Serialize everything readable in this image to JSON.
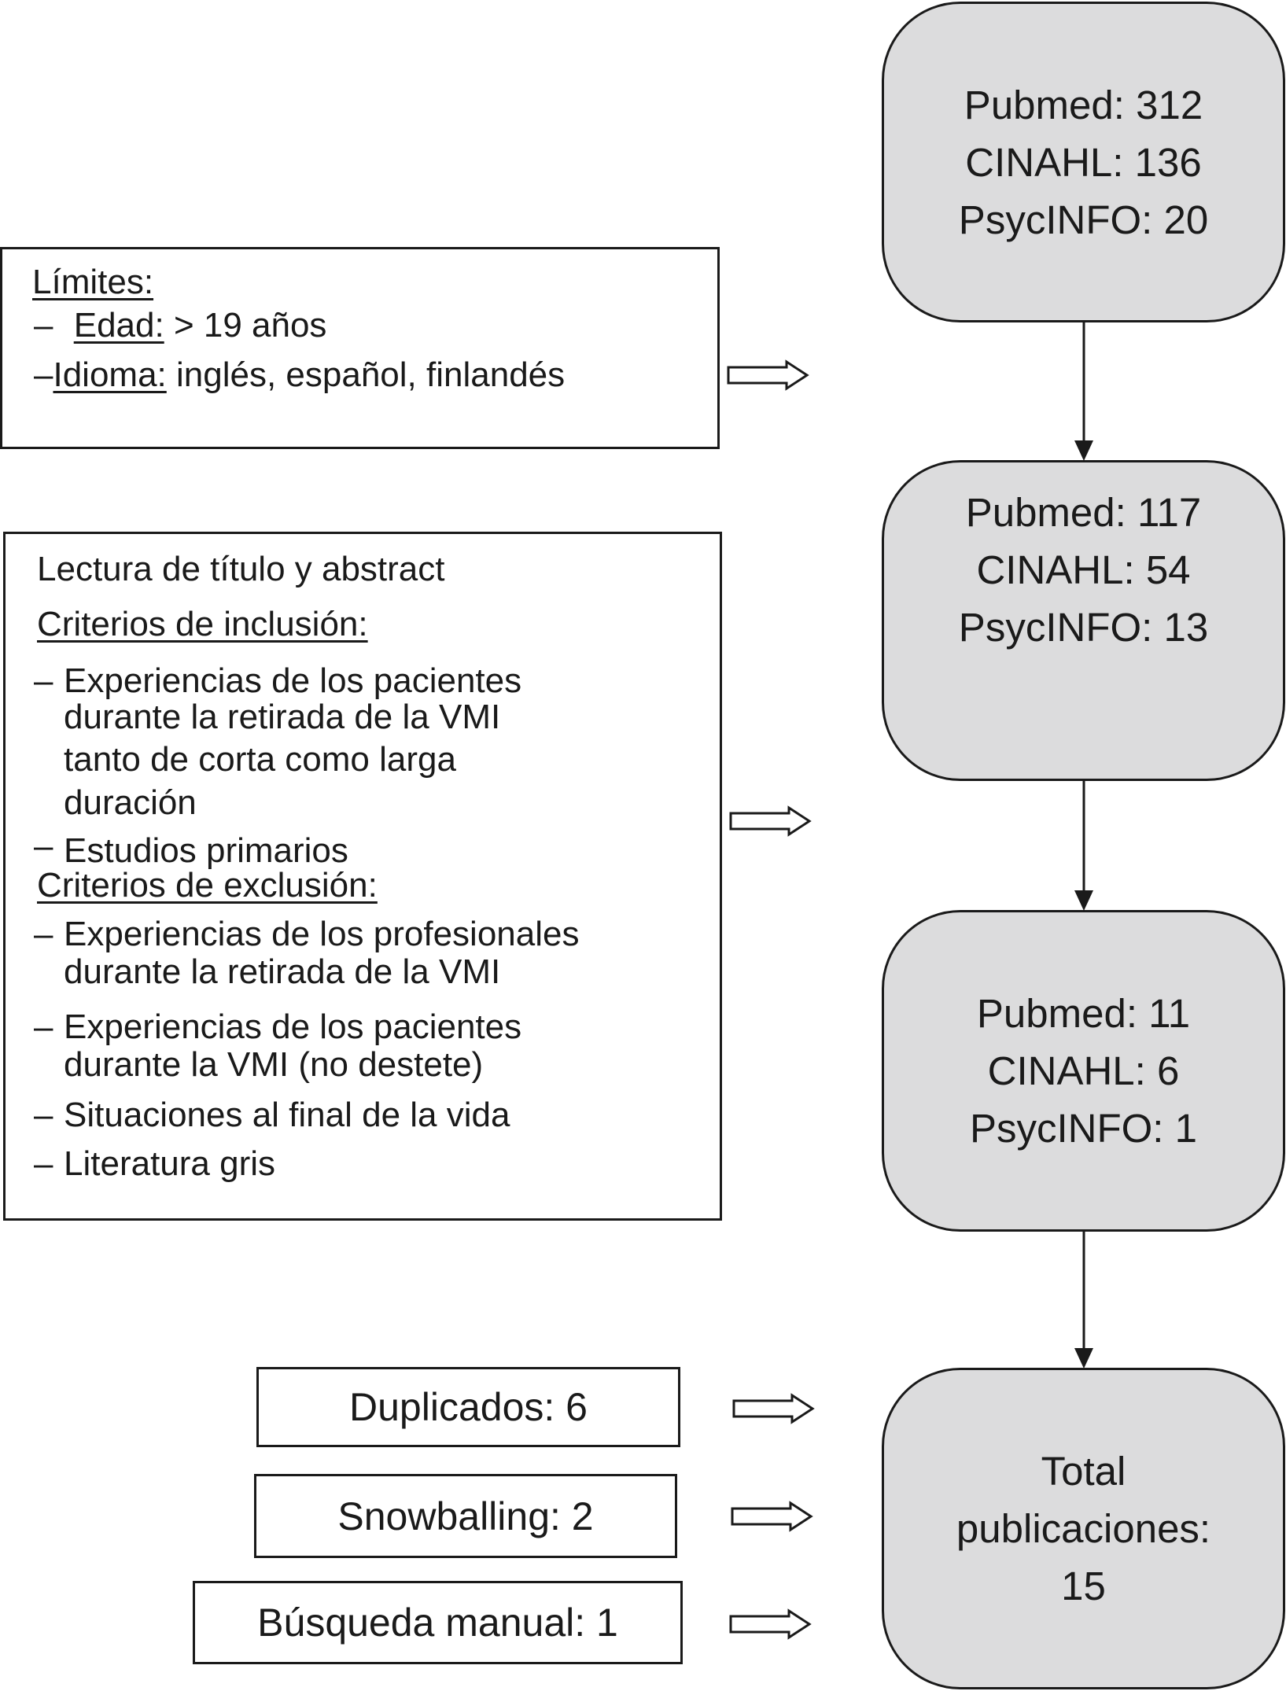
{
  "db_boxes": [
    {
      "lines": [
        "Pubmed: 312",
        "CINAHL: 136",
        "PsycINFO: 20"
      ]
    },
    {
      "lines": [
        "Pubmed: 117",
        "CINAHL: 54",
        "PsycINFO: 13"
      ]
    },
    {
      "lines": [
        "Pubmed: 11",
        "CINAHL: 6",
        "PsycINFO: 1"
      ]
    }
  ],
  "total_box": {
    "lines": [
      "Total",
      "publicaciones:",
      "15"
    ]
  },
  "limits_box": {
    "title": "Límites:",
    "dash": "–",
    "age_label": "Edad:",
    "age_value": "> 19 años",
    "language_label": "Idioma:",
    "language_value": "inglés, español, finlandés"
  },
  "criteria_box": {
    "heading": "Lectura de título y abstract",
    "dash": "–",
    "inclusion_title": "Criterios de inclusión:",
    "inclusion_items": [
      [
        "Experiencias de los pacientes",
        "durante la retirada de la VMI",
        "tanto de corta como larga",
        "duración"
      ],
      [
        "Estudios primarios"
      ]
    ],
    "exclusion_title": "Criterios de exclusión:",
    "exclusion_items": [
      [
        "Experiencias de los profesionales",
        "durante la retirada de la VMI"
      ],
      [
        "Experiencias de los pacientes",
        "durante la VMI (no destete)"
      ],
      [
        "Situaciones al final de la vida"
      ],
      [
        "Literatura gris"
      ]
    ]
  },
  "count_boxes": [
    {
      "label": "Duplicados: 6"
    },
    {
      "label": "Snowballing: 2"
    },
    {
      "label": "Búsqueda manual: 1"
    }
  ]
}
